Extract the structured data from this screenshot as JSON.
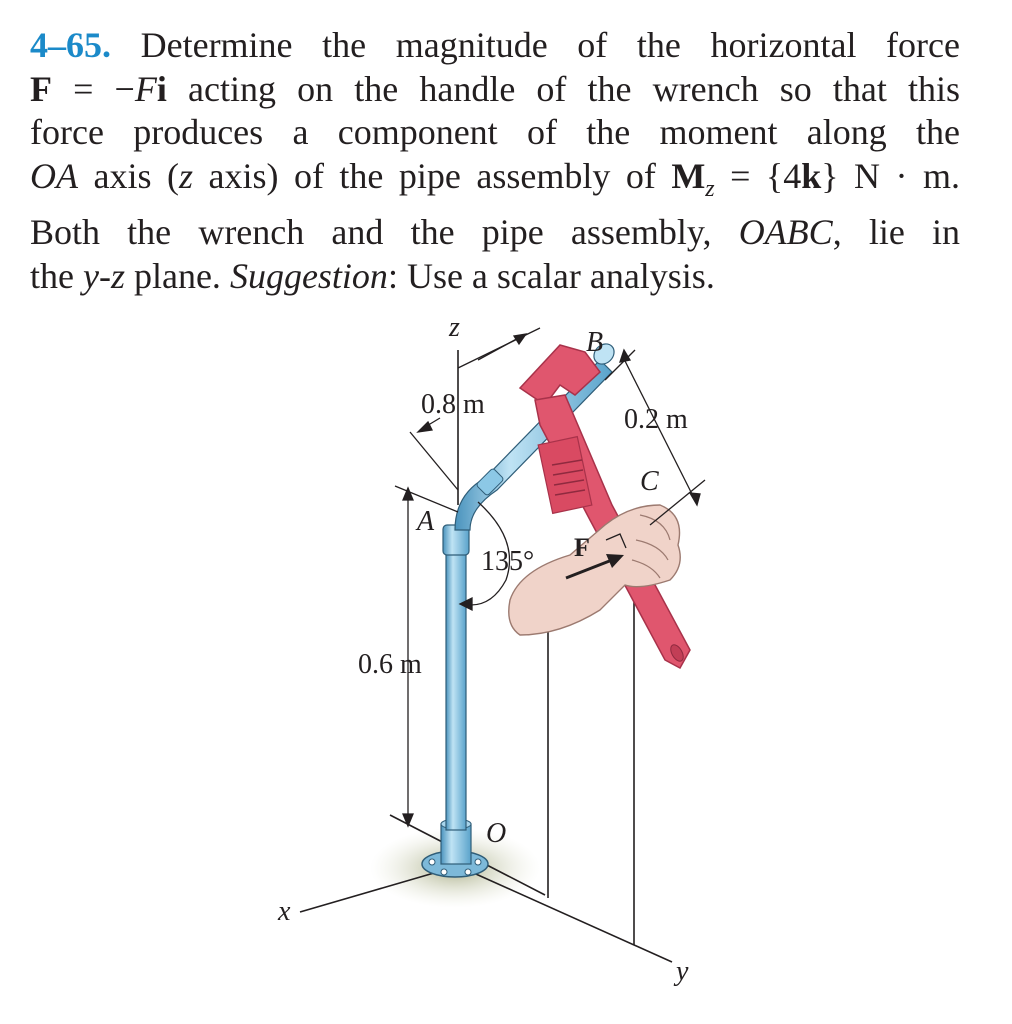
{
  "problem": {
    "number": "4–65.",
    "line1_rest": "Determine the magnitude of the horizontal force",
    "line2": {
      "F": "F",
      "eq": " = −",
      "Fi_F": "F",
      "Fi_i": "i",
      "rest": " acting on the handle of the wrench so that this"
    },
    "line3": "force produces a component of the moment along the",
    "line4": {
      "OA": "OA",
      "a": " axis (",
      "z": "z",
      "b": " axis) of the pipe assembly of ",
      "M": "M",
      "sub": "z",
      "c": " = {4",
      "k": "k",
      "d": "} N · m."
    },
    "line5": {
      "a": "Both the wrench and the pipe assembly, ",
      "OABC": "OABC",
      "b": ", lie in"
    },
    "line6": {
      "a": "the ",
      "yz": "y-z",
      "b": " plane. ",
      "sugg": "Suggestion",
      "c": ": Use a scalar analysis."
    }
  },
  "figure": {
    "labels": {
      "z_axis": "z",
      "x_axis": "x",
      "y_axis": "y",
      "point_A": "A",
      "point_B": "B",
      "point_C": "C",
      "point_O": "O",
      "force": "F",
      "dim_08": "0.8 m",
      "dim_02": "0.2 m",
      "dim_06": "0.6 m",
      "angle": "135°"
    },
    "colors": {
      "pipe": "#8cc8e6",
      "pipe_dark": "#4a93bd",
      "wrench": "#e0566e",
      "wrench_dark": "#a8324a",
      "hand": "#f0d3c9",
      "shadow": "#b8bd9a",
      "accent": "#1b8ac9"
    }
  }
}
